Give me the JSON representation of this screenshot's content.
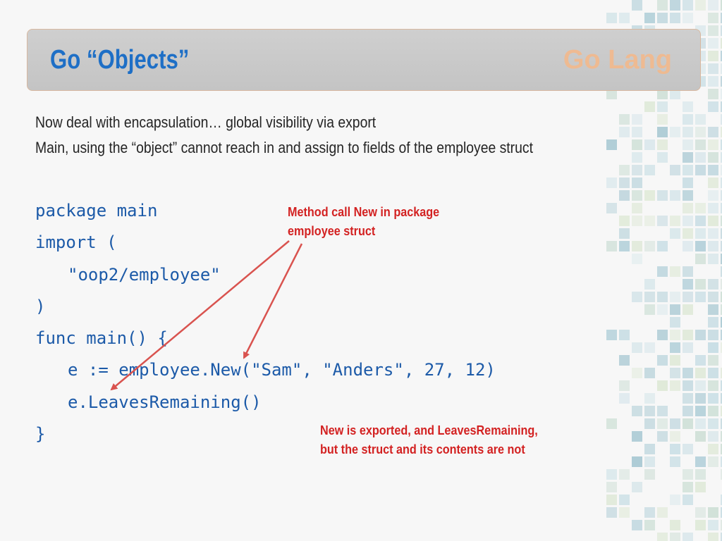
{
  "slide": {
    "title": "Go “Objects”",
    "brand": "Go Lang",
    "intro": [
      "Now deal with encapsulation… global visibility via export",
      "Main, using the “object” cannot reach in and assign to fields of the employee struct"
    ],
    "code": [
      "package main",
      "import (",
      "\"oop2/employee\"",
      ")",
      "func main() {",
      "e := employee.New(\"Sam\", \"Anders\", 27, 12)",
      "e.LeavesRemaining()",
      "}"
    ],
    "callouts": [
      [
        "Method call New in package",
        "employee struct"
      ],
      [
        "New is exported, and LeavesRemaining,",
        "but the struct and its contents are not"
      ]
    ]
  },
  "colors": {
    "title": "#1e6fc6",
    "code": "#1c5aa8",
    "callout": "#d32222",
    "arrow": "#d9534f",
    "brand": "#f3b98c"
  }
}
